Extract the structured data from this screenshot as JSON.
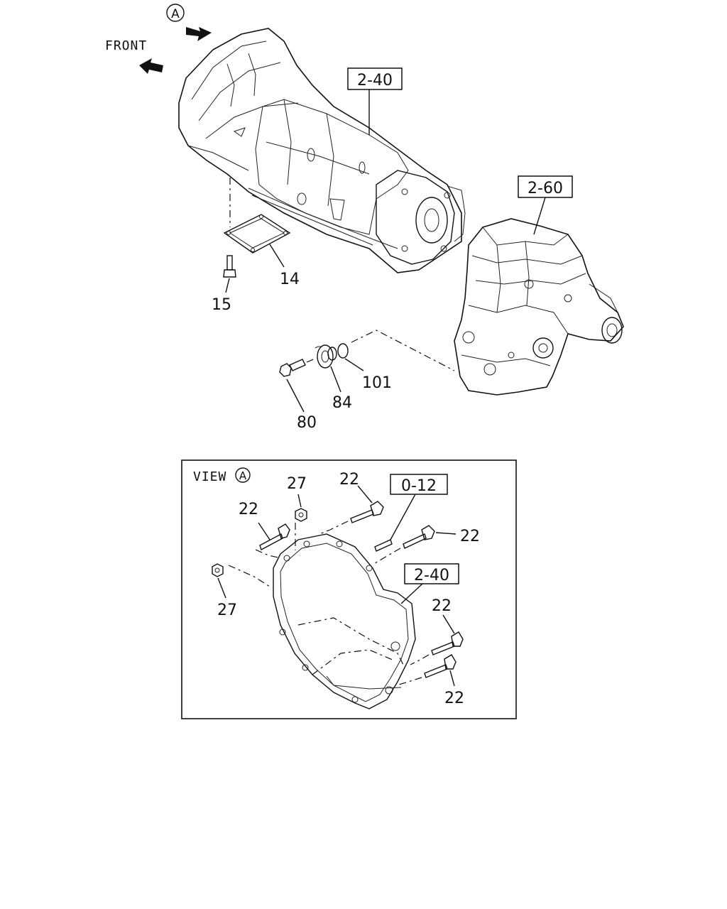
{
  "diagram": {
    "front_label": "FRONT",
    "view_marker": "A",
    "view_label": "VIEW",
    "refs": {
      "transmission_top": "2-40",
      "transfer_case": "2-60",
      "view_ref_0_12": "0-12",
      "view_ref_2_40": "2-40"
    },
    "parts": {
      "oil_pan": "14",
      "pan_bolt": "15",
      "bolt": "80",
      "washer": "84",
      "o_ring": "101",
      "bolt_22_a": "22",
      "bolt_22_b": "22",
      "bolt_22_c": "22",
      "bolt_22_d": "22",
      "bolt_22_e": "22",
      "nut_27_a": "27",
      "nut_27_b": "27"
    }
  }
}
